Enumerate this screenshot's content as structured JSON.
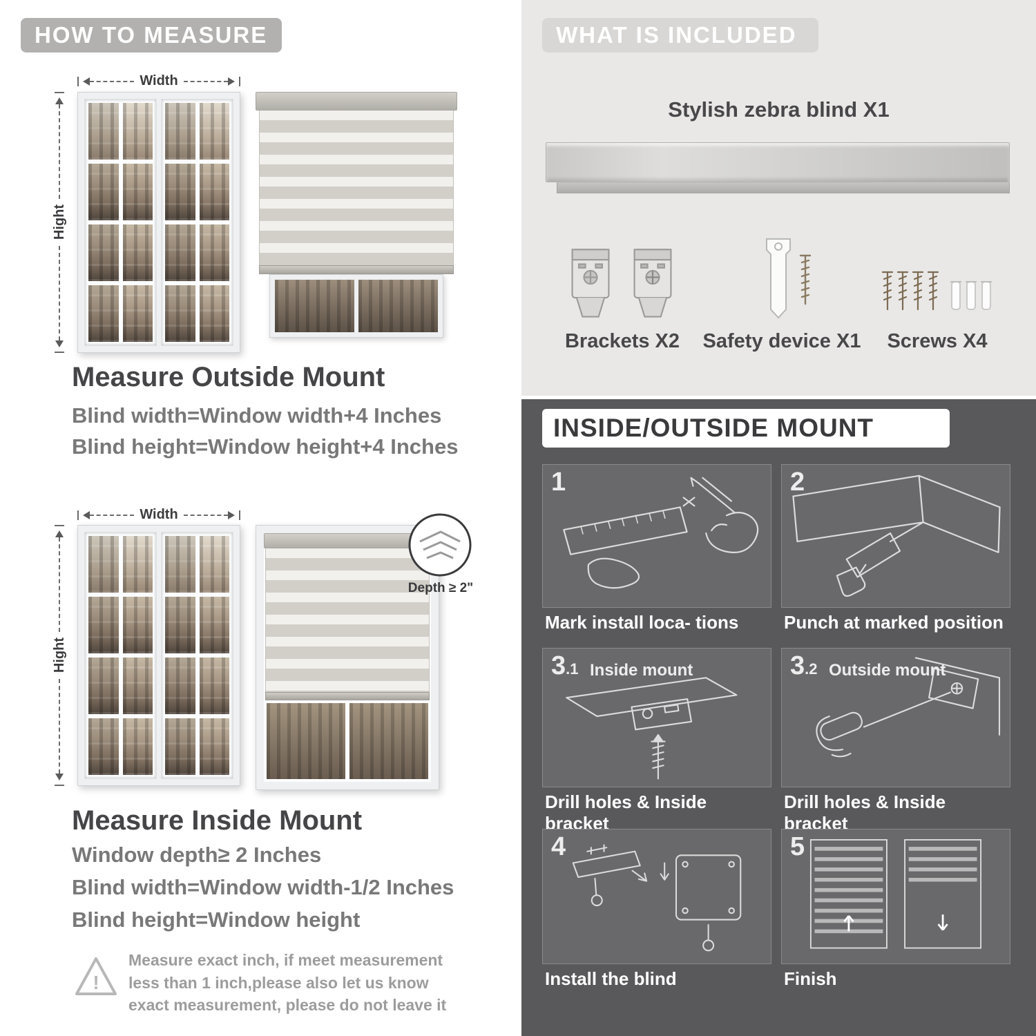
{
  "measure": {
    "header": "HOW TO MEASURE",
    "width_label": "Width",
    "height_label": "Hight",
    "outside": {
      "title": "Measure Outside Mount",
      "rule1": "Blind width=Window width+4 Inches",
      "rule2": "Blind height=Window height+4 Inches"
    },
    "inside": {
      "title": "Measure Inside Mount",
      "depth_badge": "Depth ≥ 2\"",
      "rule1": "Window depth≥ 2 Inches",
      "rule2": "Blind width=Window width-1/2 Inches",
      "rule3": "Blind height=Window height"
    },
    "warning": {
      "mark": "!",
      "text": "Measure exact inch, if meet measurement less than 1 inch,please also let us know exact measurement, please do not leave it"
    }
  },
  "included": {
    "header": "WHAT IS INCLUDED",
    "blind_label": "Stylish zebra blind X1",
    "items": [
      {
        "label": "Brackets X2"
      },
      {
        "label": "Safety device X1"
      },
      {
        "label": "Screws X4"
      }
    ]
  },
  "mount": {
    "header": "INSIDE/OUTSIDE MOUNT",
    "steps": [
      {
        "num": "1",
        "sub": "",
        "label": "",
        "caption": "Mark install loca- tions"
      },
      {
        "num": "2",
        "sub": "",
        "label": "",
        "caption": "Punch at marked position"
      },
      {
        "num": "3",
        "sub": ".1",
        "label": "Inside mount",
        "caption": "Drill holes & Inside bracket"
      },
      {
        "num": "3",
        "sub": ".2",
        "label": "Outside mount",
        "caption": "Drill holes & Inside bracket"
      },
      {
        "num": "4",
        "sub": "",
        "label": "",
        "caption": "Install the blind"
      },
      {
        "num": "5",
        "sub": "",
        "label": "",
        "caption": "Finish"
      }
    ]
  }
}
